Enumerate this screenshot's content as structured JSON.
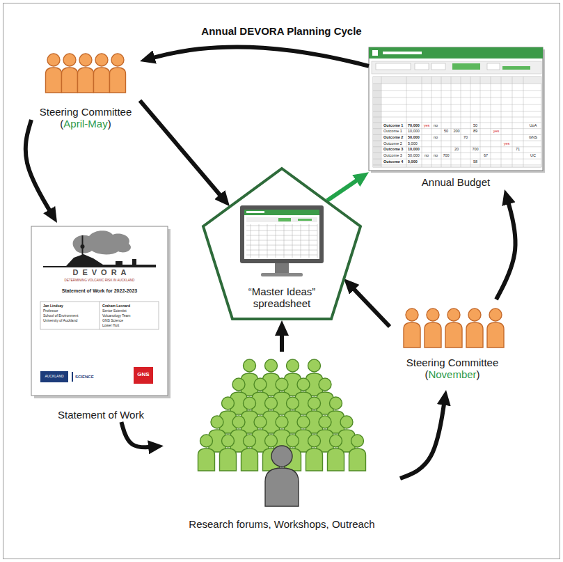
{
  "diagram": {
    "title": "Annual DEVORA Planning Cycle",
    "nodes": [
      {
        "text": [
          "Steering Committee (April-May)"
        ]
      },
      {
        "text": [
          "“Master Ideas” spreadsheet"
        ]
      },
      {
        "text": [
          "Annual Budget"
        ]
      },
      {
        "text": [
          "Statement of Work"
        ]
      },
      {
        "text": [
          "Research forums, Workshops, Outreach"
        ]
      },
      {
        "text": [
          "Steering Committee (November)"
        ]
      }
    ],
    "edges": [
      {
        "from": 2,
        "to": 0,
        "arrow": "to"
      },
      {
        "from": 0,
        "to": 1,
        "arrow": "to"
      },
      {
        "from": 0,
        "to": 3,
        "arrow": "to"
      },
      {
        "from": 1,
        "to": 2,
        "arrow": "to"
      },
      {
        "from": 3,
        "to": 4,
        "arrow": "to"
      },
      {
        "from": 4,
        "to": 1,
        "arrow": "to"
      },
      {
        "from": 4,
        "to": 5,
        "arrow": "to"
      },
      {
        "from": 5,
        "to": 1,
        "arrow": "to"
      },
      {
        "from": 5,
        "to": 2,
        "arrow": "to"
      }
    ],
    "labels": [
      "Outcome 1",
      "70,000",
      "yes",
      "no",
      "50",
      "UoA",
      "Outcome 1",
      "10,000",
      "50",
      "200",
      "89",
      "yes",
      "Outcome 2",
      "50,000",
      "no",
      "70",
      "GNS",
      "Outcome 2",
      "5,000",
      "yes",
      "Outcome 3",
      "10,000",
      "20",
      "700",
      "71",
      "Outcome 3",
      "50,000",
      "no",
      "no",
      "700",
      "67",
      "UC",
      "Outcome 4",
      "5,000",
      "58",
      "DEVORA",
      "DETERMINING VOLCANIC RISK IN AUCKLAND",
      "Statement of Work for 2022-2023",
      "Jan Lindsay",
      "Professor",
      "School of Environment",
      "University of Auckland",
      "Graham Leonard",
      "Senior Scientist",
      "Volcanology Team",
      "GNS Science",
      "Lower Hutt",
      "AUCKLAND",
      "SCIENCE",
      "GNS"
    ]
  }
}
